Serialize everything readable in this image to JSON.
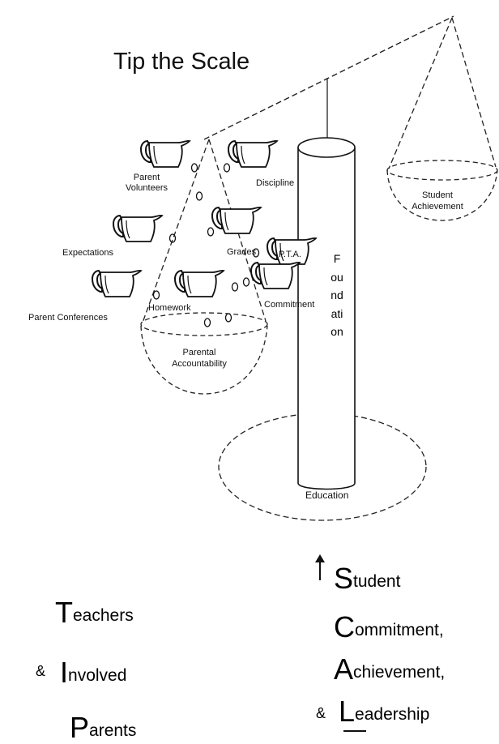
{
  "title": "Tip the Scale",
  "weights": [
    "Parent Volunteers",
    "Discipline",
    "Expectations",
    "Grades",
    "P.T.A.",
    "Parent Conferences",
    "Homework",
    "Commitment"
  ],
  "left_pan_label": "Parental Accountability",
  "right_pan_label": "Student Achievement",
  "pillar_label": "Foundation",
  "base_label": "Education",
  "acronym_left": [
    {
      "prefix": "",
      "initial": "T",
      "rest": "eachers"
    },
    {
      "prefix": "&",
      "initial": "I",
      "rest": "nvolved"
    },
    {
      "prefix": "",
      "initial": "P",
      "rest": "arents"
    }
  ],
  "acronym_right": [
    {
      "prefix": "",
      "initial": "S",
      "rest": "tudent"
    },
    {
      "prefix": "",
      "initial": "C",
      "rest": "ommitment,"
    },
    {
      "prefix": "",
      "initial": "A",
      "rest": "chievement,"
    },
    {
      "prefix": "&",
      "initial": "L",
      "rest": "eadership"
    }
  ],
  "arrow_icon": "up-arrow-icon"
}
